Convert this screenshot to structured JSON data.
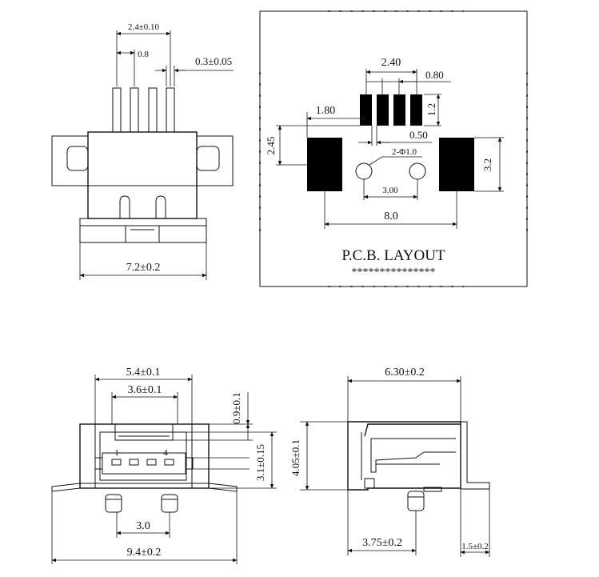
{
  "front_view": {
    "pitch_total": "2.4±0.10",
    "pitch": "0.8",
    "pin_width": "0.3±0.05",
    "body_width": "7.2±0.2"
  },
  "pcb_layout": {
    "title": "P.C.B. LAYOUT",
    "underline": "***************",
    "pad_span": "2.40",
    "pad_width": "0.80",
    "pad_height": "1.2",
    "side_offset": "1.80",
    "pad_gap": "0.50",
    "vertical_offset": "2.45",
    "hole_callout": "2-Φ1.0",
    "hole_spacing": "3.00",
    "large_pad_height": "3.2",
    "large_pad_span": "8.0"
  },
  "bottom_view": {
    "outer_width": "5.4±0.1",
    "inner_width": "3.6±0.1",
    "top_height": "0.9±0.1",
    "slot_height": "3.1±0.15",
    "post_spacing": "3.0",
    "flange_width": "9.4±0.2",
    "pin_first": "1",
    "pin_last": "4"
  },
  "side_view": {
    "depth": "6.30±0.2",
    "height": "4.05±0.1",
    "post_offset": "3.75±0.2",
    "tab_length": "1.5±0.2"
  }
}
